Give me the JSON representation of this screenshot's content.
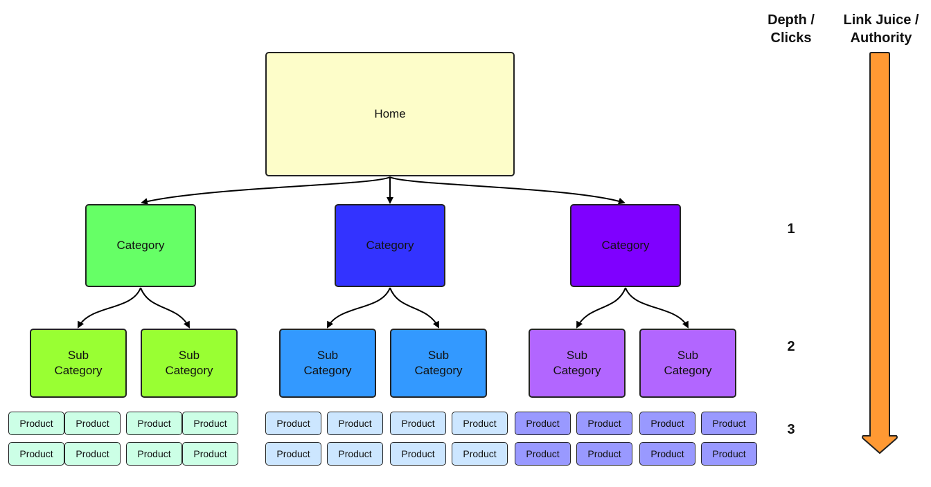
{
  "header": {
    "depth_line1": "Depth /",
    "depth_line2": "Clicks",
    "juice_line1": "Link Juice /",
    "juice_line2": "Authority"
  },
  "depth_levels": [
    "1",
    "2",
    "3"
  ],
  "home": {
    "label": "Home",
    "color": "#fdfdc9"
  },
  "categories": [
    {
      "label": "Category",
      "color": "#66ff66",
      "subs": [
        {
          "line1": "Sub",
          "line2": "Category",
          "color": "#99ff33"
        },
        {
          "line1": "Sub",
          "line2": "Category",
          "color": "#99ff33"
        }
      ],
      "product_color": "#ccffe6"
    },
    {
      "label": "Category",
      "color": "#3333ff",
      "subs": [
        {
          "line1": "Sub",
          "line2": "Category",
          "color": "#3399ff"
        },
        {
          "line1": "Sub",
          "line2": "Category",
          "color": "#3399ff"
        }
      ],
      "product_color": "#cce6ff"
    },
    {
      "label": "Category",
      "color": "#7f00ff",
      "subs": [
        {
          "line1": "Sub",
          "line2": "Category",
          "color": "#b266ff"
        },
        {
          "line1": "Sub",
          "line2": "Category",
          "color": "#b266ff"
        }
      ],
      "product_color": "#9999ff"
    }
  ],
  "product_label": "Product",
  "arrow_color": "#ff9933"
}
